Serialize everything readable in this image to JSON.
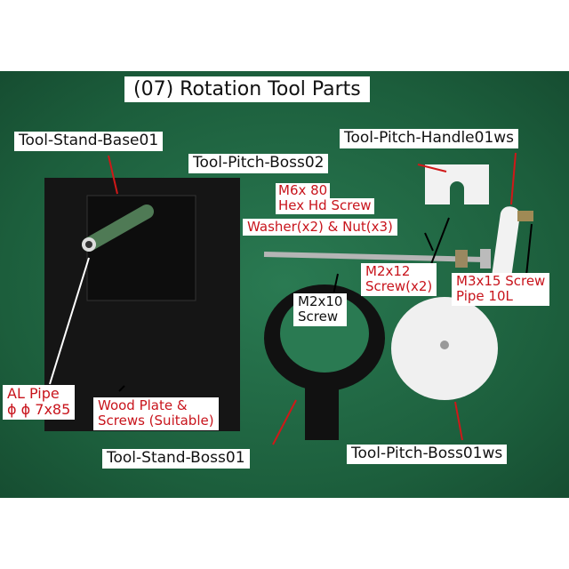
{
  "title": "(07) Rotation Tool  Parts",
  "labels": {
    "stand_base": "Tool-Stand-Base01",
    "pitch_handle": "Tool-Pitch-Handle01ws",
    "pitch_boss02": "Tool-Pitch-Boss02",
    "hex_screw": [
      "M6x 80",
      "Hex Hd Screw",
      "Washer(x2) & Nut(x3)"
    ],
    "m2x12": [
      "M2x12",
      "Screw(x2)"
    ],
    "m3x15": [
      "M3x15 Screw",
      "Pipe 10L"
    ],
    "m2x10": [
      "M2x10",
      "Screw"
    ],
    "al_pipe": [
      "AL Pipe",
      "ϕ ϕ 7x85"
    ],
    "wood_plate": [
      "Wood Plate &",
      "Screws (Suitable)"
    ],
    "stand_boss": "Tool-Stand-Boss01",
    "pitch_boss01": "Tool-Pitch-Boss01ws"
  },
  "colors": {
    "background": "#1f6a45",
    "label_red": "#c8141c"
  }
}
